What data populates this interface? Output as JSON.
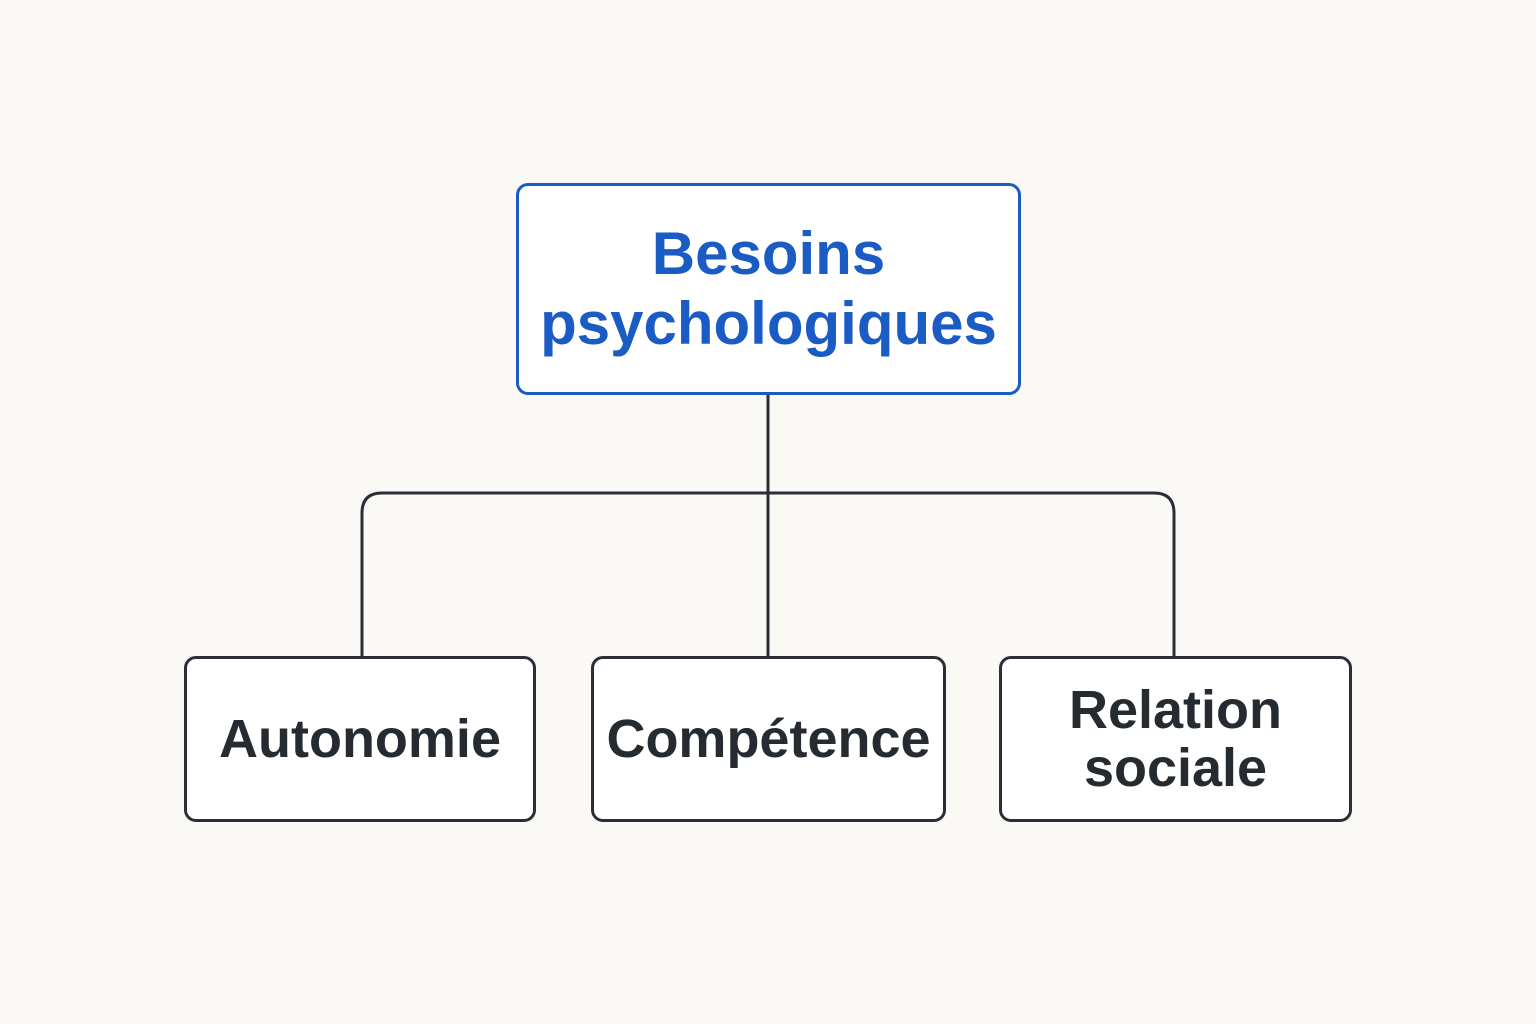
{
  "diagram": {
    "root": {
      "label": "Besoins\npsychologiques"
    },
    "children": [
      {
        "label": "Autonomie"
      },
      {
        "label": "Compétence"
      },
      {
        "label": "Relation\nsociale"
      }
    ]
  },
  "colors": {
    "background": "#faf9f6",
    "root_accent": "#1a5bc4",
    "child_border": "#2a2f36",
    "child_text": "#262b32",
    "connector": "#2a2f36"
  }
}
